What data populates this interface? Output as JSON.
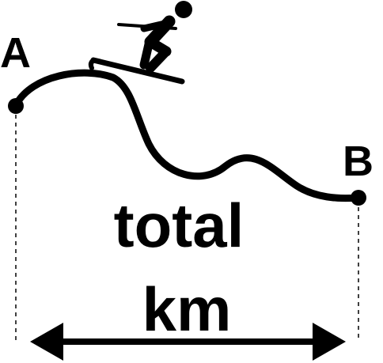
{
  "diagram": {
    "start_label": "A",
    "end_label": "B",
    "distance_line1": "total",
    "distance_line2": "km",
    "icon": "skier-icon",
    "colors": {
      "ink": "#000000",
      "background": "#ffffff"
    }
  }
}
